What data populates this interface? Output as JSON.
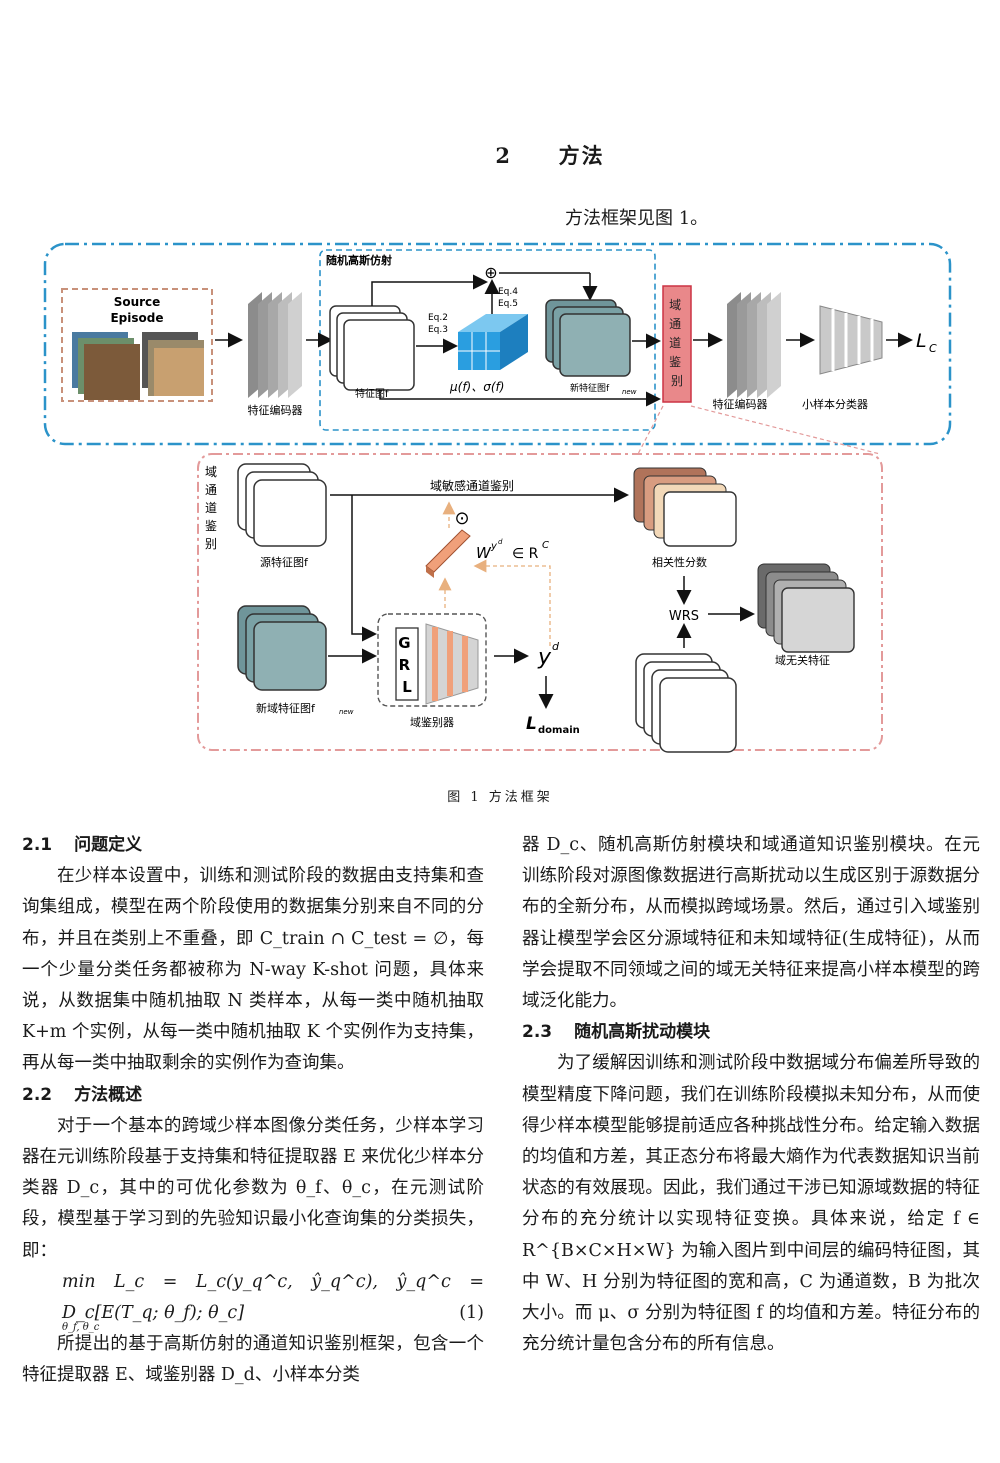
{
  "section": {
    "number": "2",
    "title": "方法"
  },
  "intro": "方法框架见图 1。",
  "figure": {
    "source_label_1": "Source",
    "source_label_2": "Episode",
    "feature_encoder": "特征编码器",
    "random_gaussian_module": "随机高斯仿射",
    "feature_map": "特征图f",
    "eq23_a": "Eq.2",
    "eq23_b": "Eq.3",
    "eq45_a": "Eq.4",
    "eq45_b": "Eq.5",
    "mu_sigma": "μ(f)、σ(f)",
    "new_feature_map": "新特征图f",
    "new_sub": "new",
    "domain_channel": "域通道鉴别",
    "fewshot_classifier": "小样本分类器",
    "lc": "L",
    "lc_sub": "C",
    "dcd_vertical": "域通道鉴别",
    "source_feature": "源特征图f",
    "domain_sensitive": "域敏感通道鉴别",
    "relevance_score": "相关性分数",
    "weight_label": "W",
    "weight_sup": "y",
    "weight_supsup": "d",
    "weight_rest": "∈ R",
    "weight_rc": "C",
    "wrs": "WRS",
    "domain_invariant": "域无关特征",
    "new_domain_feature": "新域特征图f",
    "grl": [
      "G",
      "R",
      "L"
    ],
    "domain_discriminator": "域鉴别器",
    "yd": "y",
    "yd_sup": "d",
    "ldomain": "L",
    "ldomain_sub": "domain",
    "odot": "⊙",
    "oplus": "⊕"
  },
  "caption": "图 1   方法框架",
  "left_column": {
    "h21_num": "2.1",
    "h21_title": "问题定义",
    "p1": "在少样本设置中，训练和测试阶段的数据由支持集和查询集组成，模型在两个阶段使用的数据集分别来自不同的分布，并且在类别上不重叠，即 C_train ∩ C_test = ∅，每一个少量分类任务都被称为 N-way K-shot 问题，具体来说，从数据集中随机抽取 N 类样本，从每一类中随机抽取 K+m 个实例，从每一类中随机抽取 K 个实例作为支持集，再从每一类中抽取剩余的实例作为查询集。",
    "h22_num": "2.2",
    "h22_title": "方法概述",
    "p2": "对于一个基本的跨域少样本图像分类任务，少样本学习器在元训练阶段基于支持集和特征提取器 E 来优化少样本分类器 D_c，其中的可优化参数为 θ_f、θ_c，在元测试阶段，模型基于学习到的先验知识最小化查询集的分类损失，即：",
    "equation": "min L_c = L_c(y_q^c, ŷ_q^c), ŷ_q^c = D_c[E(T_q; θ_f); θ_c]",
    "eq_under": "θ_f, θ_c",
    "eq_num": "(1)",
    "p3": "所提出的基于高斯仿射的通道知识鉴别框架，包含一个特征提取器 E、域鉴别器 D_d、小样本分类"
  },
  "right_column": {
    "p3_cont": "器 D_c、随机高斯仿射模块和域通道知识鉴别模块。在元训练阶段对源图像数据进行高斯扰动以生成区别于源数据分布的全新分布，从而模拟跨域场景。然后，通过引入域鉴别器让模型学会区分源域特征和未知域特征(生成特征)，从而学会提取不同领域之间的域无关特征来提高小样本模型的跨域泛化能力。",
    "h23_num": "2.3",
    "h23_title": "随机高斯扰动模块",
    "p4": "为了缓解因训练和测试阶段中数据域分布偏差所导致的模型精度下降问题，我们在训练阶段模拟未知分布，从而使得少样本模型能够提前适应各种挑战性分布。给定输入数据的均值和方差，其正态分布将最大熵作为代表数据知识当前状态的有效展现。因此，我们通过干涉已知源域数据的特征分布的充分统计以实现特征变换。具体来说，给定 f ∈ R^{B×C×H×W} 为输入图片到中间层的编码特征图，其中 W、H 分别为特征图的宽和高，C 为通道数，B 为批次大小。而 μ、σ 分别为特征图 f 的均值和方差。特征分布的充分统计量包含分布的所有信息。"
  },
  "colors": {
    "blue_dash": "#2b93c9",
    "pink_dash": "#e39a9a",
    "teal_card": "#6f959a",
    "cube_blue": "#2a9ee0",
    "red_box": "#e9888a",
    "orange_bar": "#f0a07a",
    "gray_trap": "#b5b5b5"
  }
}
